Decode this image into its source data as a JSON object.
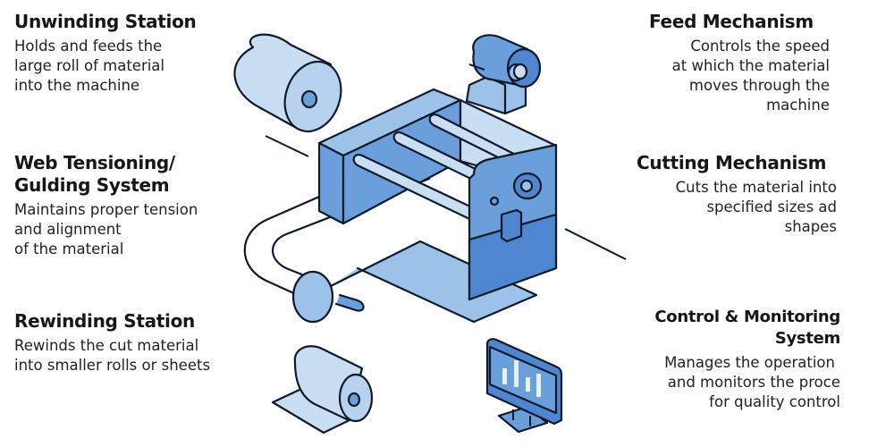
{
  "colors": {
    "outline": "#0f1a2a",
    "light_blue": "#c9def3",
    "mid_blue": "#9cc2ea",
    "blue": "#6b9fdc",
    "dark_blue": "#4f86cf",
    "white": "#ffffff"
  },
  "components": {
    "unwinding": {
      "title": "Unwinding Station",
      "desc": [
        "Holds and feeds the",
        "large roll of material",
        "into the machine"
      ]
    },
    "web_tension": {
      "title": [
        "Web Tensioning/",
        "Gulding System"
      ],
      "desc": [
        "Maintains proper tension",
        "and alignment",
        "of the material"
      ]
    },
    "rewinding": {
      "title": "Rewinding Station",
      "desc": [
        "Rewinds the cut material",
        "into smaller rolls or sheets"
      ]
    },
    "feed": {
      "title": "Feed Mechanism",
      "desc": [
        "Controls the speed",
        "at which the material",
        "moves through the",
        "machine"
      ]
    },
    "cutting": {
      "title": "Cutting Mechanism",
      "desc": [
        "Cuts the material into",
        "specified sizes ad",
        "shapes"
      ]
    },
    "control": {
      "title": [
        "Control & Monitoring",
        "System"
      ],
      "desc": [
        "Manages the operation",
        "and monitors the proce",
        "for quality control"
      ]
    }
  },
  "icons": {
    "unwind_roll": "large-roll-icon",
    "feed_motor": "motor-icon",
    "machine": "slitting-machine-icon",
    "rewind_roll": "small-roll-icon",
    "monitor": "monitor-chart-icon"
  }
}
